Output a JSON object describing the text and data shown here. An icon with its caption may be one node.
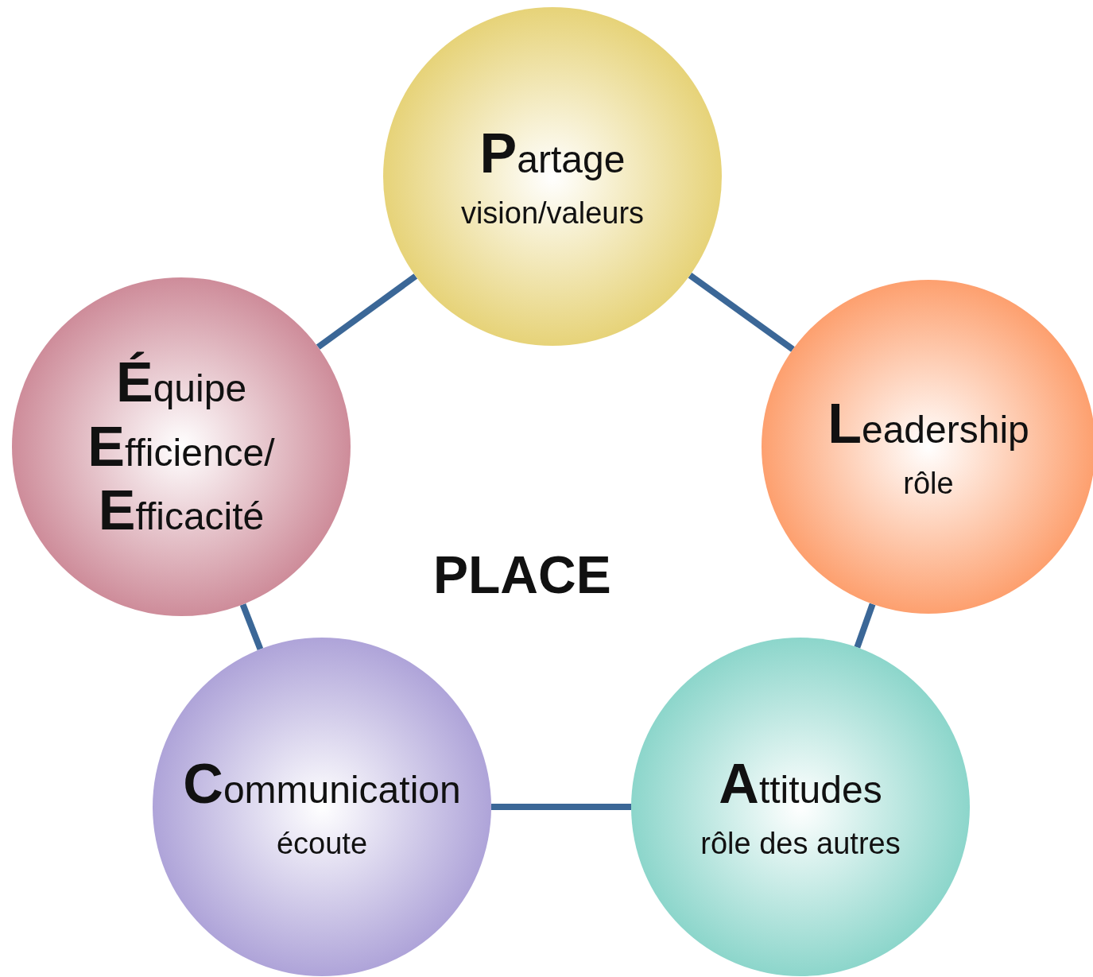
{
  "diagram": {
    "nodes": [
      {
        "text": [
          "**P**artage",
          "vision/valeurs"
        ]
      },
      {
        "text": [
          "**L**eadership",
          "rôle"
        ]
      },
      {
        "text": [
          "**A**ttitudes",
          "rôle des autres"
        ]
      },
      {
        "text": [
          "**C**ommunication",
          "écoute"
        ]
      },
      {
        "text": [
          "**É**quipe",
          "**E**fficience/",
          "**E**fficacité"
        ]
      }
    ],
    "edges": [
      {
        "from": 0,
        "to": 1,
        "arrow": "none"
      },
      {
        "from": 1,
        "to": 2,
        "arrow": "none"
      },
      {
        "from": 2,
        "to": 3,
        "arrow": "none"
      },
      {
        "from": 3,
        "to": 4,
        "arrow": "none"
      },
      {
        "from": 4,
        "to": 0,
        "arrow": "none"
      }
    ],
    "labels": [
      "PLACE"
    ]
  }
}
